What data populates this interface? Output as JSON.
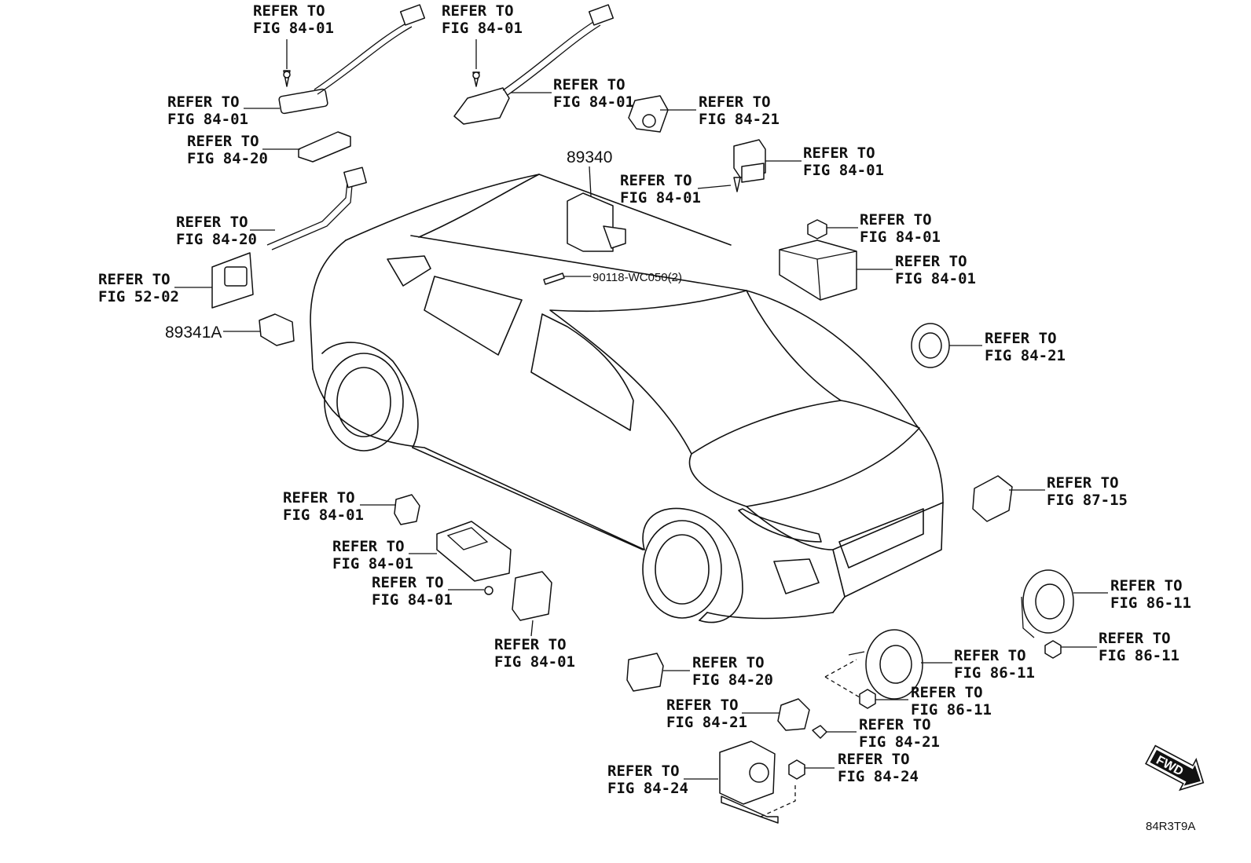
{
  "diagram": {
    "refs": [
      {
        "id": "r01",
        "l1": "REFER TO",
        "l2": "FIG 84-01"
      },
      {
        "id": "r02",
        "l1": "REFER TO",
        "l2": "FIG 84-01"
      },
      {
        "id": "r03",
        "l1": "REFER TO",
        "l2": "FIG 84-01"
      },
      {
        "id": "r04",
        "l1": "REFER TO",
        "l2": "FIG 84-01"
      },
      {
        "id": "r05",
        "l1": "REFER TO",
        "l2": "FIG 84-21"
      },
      {
        "id": "r06",
        "l1": "REFER TO",
        "l2": "FIG 84-20"
      },
      {
        "id": "r07",
        "l1": "REFER TO",
        "l2": "FIG 84-01"
      },
      {
        "id": "r08",
        "l1": "REFER TO",
        "l2": "FIG 84-01"
      },
      {
        "id": "r09",
        "l1": "REFER TO",
        "l2": "FIG 84-20"
      },
      {
        "id": "r10",
        "l1": "REFER TO",
        "l2": "FIG 84-01"
      },
      {
        "id": "r11",
        "l1": "REFER TO",
        "l2": "FIG 52-02"
      },
      {
        "id": "r12",
        "l1": "REFER TO",
        "l2": "FIG 84-01"
      },
      {
        "id": "r13",
        "l1": "REFER TO",
        "l2": "FIG 84-21"
      },
      {
        "id": "r14",
        "l1": "REFER TO",
        "l2": "FIG 84-01"
      },
      {
        "id": "r15",
        "l1": "REFER TO",
        "l2": "FIG 87-15"
      },
      {
        "id": "r16",
        "l1": "REFER TO",
        "l2": "FIG 84-01"
      },
      {
        "id": "r17",
        "l1": "REFER TO",
        "l2": "FIG 84-01"
      },
      {
        "id": "r18",
        "l1": "REFER TO",
        "l2": "FIG 86-11"
      },
      {
        "id": "r19",
        "l1": "REFER TO",
        "l2": "FIG 84-01"
      },
      {
        "id": "r20",
        "l1": "REFER TO",
        "l2": "FIG 86-11"
      },
      {
        "id": "r21",
        "l1": "REFER TO",
        "l2": "FIG 84-20"
      },
      {
        "id": "r22",
        "l1": "REFER TO",
        "l2": "FIG 86-11"
      },
      {
        "id": "r23",
        "l1": "REFER TO",
        "l2": "FIG 84-21"
      },
      {
        "id": "r24",
        "l1": "REFER TO",
        "l2": "FIG 86-11"
      },
      {
        "id": "r25",
        "l1": "REFER TO",
        "l2": "FIG 84-21"
      },
      {
        "id": "r26",
        "l1": "REFER TO",
        "l2": "FIG 84-24"
      },
      {
        "id": "r27",
        "l1": "REFER TO",
        "l2": "FIG 84-24"
      }
    ],
    "part_numbers": {
      "ecu": "89340",
      "sensor": "89341A",
      "bolt": "90118-WC050(2)"
    },
    "fwd_label": "FWD",
    "diagram_code": "84R3T9A"
  }
}
